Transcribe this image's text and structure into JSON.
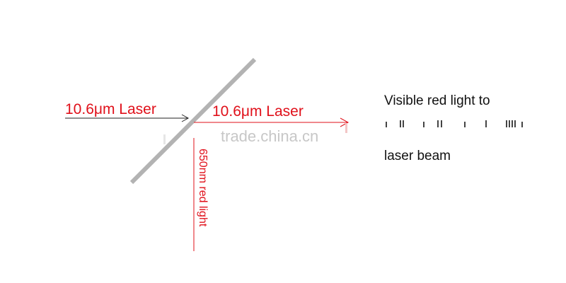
{
  "diagram": {
    "incoming_label": "10.6μm Laser",
    "outgoing_label": "10.6μm Laser",
    "vertical_label": "650nm red light",
    "watermark": "trade.china.cn",
    "description": {
      "line1": "Visible red light to",
      "line3": "laser beam"
    },
    "colors": {
      "beam_label": "#e0101a",
      "mirror": "#b3b3b3",
      "arrow": "#222222",
      "red_beam": "#e0101a"
    }
  }
}
